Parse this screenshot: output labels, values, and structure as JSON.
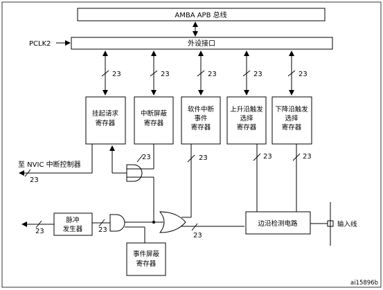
{
  "bus": {
    "amba_label": "AMBA APB 总线",
    "pclk_label": "PCLK2",
    "interface_label": "外设接口"
  },
  "registers": {
    "pending": [
      "挂起请求",
      "寄存器"
    ],
    "interrupt_mask": [
      "中断屏蔽",
      "寄存器"
    ],
    "software_interrupt": [
      "软件中断",
      "事件",
      "寄存器"
    ],
    "rising_trigger": [
      "上升沿触发",
      "选择",
      "寄存器"
    ],
    "falling_trigger": [
      "下降沿触发",
      "选择",
      "寄存器"
    ],
    "event_mask": [
      "事件屏蔽",
      "寄存器"
    ]
  },
  "blocks": {
    "pulse_generator": [
      "脉冲",
      "发生器"
    ],
    "edge_detect": "边沿检测电路"
  },
  "labels": {
    "nvic": "至 NVIC 中断控制器",
    "input_line": "输入线",
    "bus_width": "23",
    "figure_id": "ai15896b"
  }
}
